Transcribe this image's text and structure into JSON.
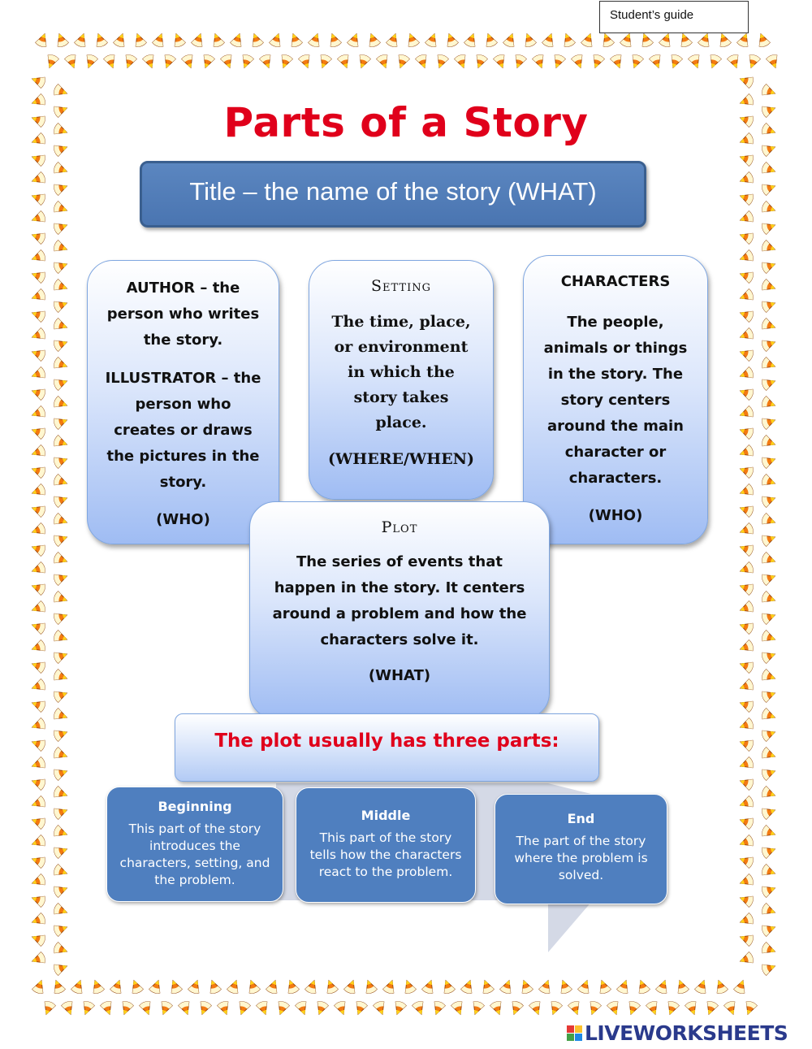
{
  "header": {
    "guide_label": "Student’s guide"
  },
  "page": {
    "title": "Parts of a Story",
    "title_bar": "Title – the name of the story (WHAT)"
  },
  "cards": {
    "author": {
      "line1": "AUTHOR – the person who writes the story.",
      "line2": "ILLUSTRATOR – the person who creates or draws the pictures in the story.",
      "tag": "(WHO)"
    },
    "setting": {
      "heading": "Setting",
      "body": "The time, place, or environment in which the story takes place.",
      "tag": "(WHERE/WHEN)"
    },
    "characters": {
      "heading": "CHARACTERS",
      "body": "The people, animals or things in the story. The story centers around the main character or characters.",
      "tag": "(WHO)"
    },
    "plot": {
      "heading": "Plot",
      "body": "The series of events that happen in the story. It centers around a problem and how the characters solve it.",
      "tag": "(WHAT)"
    }
  },
  "plot_parts": {
    "banner": "The plot usually has three parts:",
    "beginning": {
      "heading": "Beginning",
      "body": "This part of the story introduces the characters, setting, and the problem."
    },
    "middle": {
      "heading": "Middle",
      "body": "This part of the story tells how the characters react to the problem."
    },
    "end": {
      "heading": "End",
      "body": "The part of the story where the problem is solved."
    }
  },
  "footer": {
    "logo_text": "LIVEWORKSHEETS",
    "logo_letters": "LIVE"
  },
  "colors": {
    "title_red": "#e0001b",
    "title_bar_blue": "#4a75b1",
    "step_blue": "#4f7fbf",
    "card_light": "#dbe6fb",
    "candy_yellow": "#ffd21a",
    "candy_orange": "#f37a12",
    "logo_navy": "#2a3a8c"
  },
  "decorations": {
    "border_icon": "candy-corn-icon"
  }
}
